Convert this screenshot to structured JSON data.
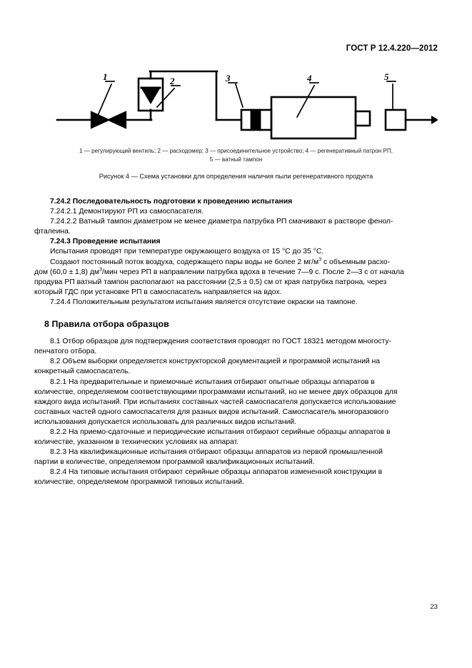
{
  "document": {
    "standard_header": "ГОСТ Р 12.4.220—2012",
    "page_number": "23"
  },
  "figure": {
    "caption": "Рисунок 4 —  Схема установки для определения наличия пыли регенеративного продукта",
    "legend_line1": "1 —  регулирующий вентиль; 2 —  расходомер; 3 —  присоединительное устройство; 4 —  регенеративный патрон РП,",
    "legend_line2": "5 —  ватный тампон",
    "callouts": {
      "one": "1",
      "two": "2",
      "three": "3",
      "four": "4",
      "five": "5"
    },
    "parts": {
      "valve": "регулирующий вентиль",
      "flowmeter": "расходомер",
      "connector": "присоединительное устройство",
      "cartridge": "регенеративный патрон РП",
      "tampon": "ватный тампон"
    }
  },
  "sections": {
    "s7242_heading": "7.24.2  Последовательность подготовки к проведению испытания",
    "s72421": "7.24.2.1  Демонтируют РП из самоспасателя.",
    "s72422": "7.24.2.2  Ватный тампон диаметром не менее диаметра патрубка РП смачивают в растворе фенол-",
    "s72422_cont": "фталеина.",
    "s7243_heading": "7.24.3  Проведение испытания",
    "s7243_p1": "Испытания проводят при температуре окружающего воздуха от 15 °С до 35 °С.",
    "s7243_p2_a": "Создают постоянный поток воздуха, содержащего пары воды не более 2 мг/м",
    "s7243_p2_sup1": "3",
    "s7243_p2_b": " с объемным расхо-",
    "s7243_p2_c": "дом (60,0 ± 1,8) дм",
    "s7243_p2_sup2": "3",
    "s7243_p2_d": "/мин через РП в направлении патрубка вдоха в течение 7—9 с. После 2—3 с от начала",
    "s7243_p2_e": "продува РП ватный тампон располагают на расстоянии (2,5 ± 0,5) см от края патрубка патрона, через",
    "s7243_p2_f": "который ГДС при установке РП в самоспасатель направляется на вдох.",
    "s7244": "7.24.4  Положительным результатом испытания является отсутствие окраски на тампоне.",
    "s8_heading": "8  Правила отбора образцов",
    "s81_a": "8.1  Отбор образцов для подтверждения соответствия проводят по ГОСТ 18321 методом многосту-",
    "s81_b": "пенчатого отбора.",
    "s82_a": "8.2  Объем выборки определяется конструкторской документацией и программой испытаний на",
    "s82_b": "конкретный самоспасатель.",
    "s821_a": "8.2.1  На предварительные и приемочные испытания отбирают опытные образцы аппаратов в",
    "s821_b": "количестве, определяемом соответствующими программами испытаний, но не менее двух образцов для",
    "s821_c": "каждого вида испытаний. При испытаниях составных частей самоспасателя допускается использование",
    "s821_d": "составных частей одного самоспасателя для разных видов испытаний. Самоспасатель многоразового",
    "s821_e": "использования допускается использовать для различных видов испытаний.",
    "s822_a": "8.2.2  На приемо-сдаточные и периодические испытания отбирают серийные образцы аппаратов в",
    "s822_b": "количестве, указанном в технических условиях на аппарат.",
    "s823_a": "8.2.3  На квалификационные испытания отбирают образцы аппаратов из первой промышленной",
    "s823_b": "партии в количестве, определяемом программой квалификационных испытаний.",
    "s824_a": "8.2.4  На типовые испытания отбирают серийные образцы аппаратов измененной конструкции в",
    "s824_b": "количестве, определяемом программой типовых испытаний."
  },
  "colors": {
    "ink": "#000000",
    "page": "#ffffff"
  }
}
